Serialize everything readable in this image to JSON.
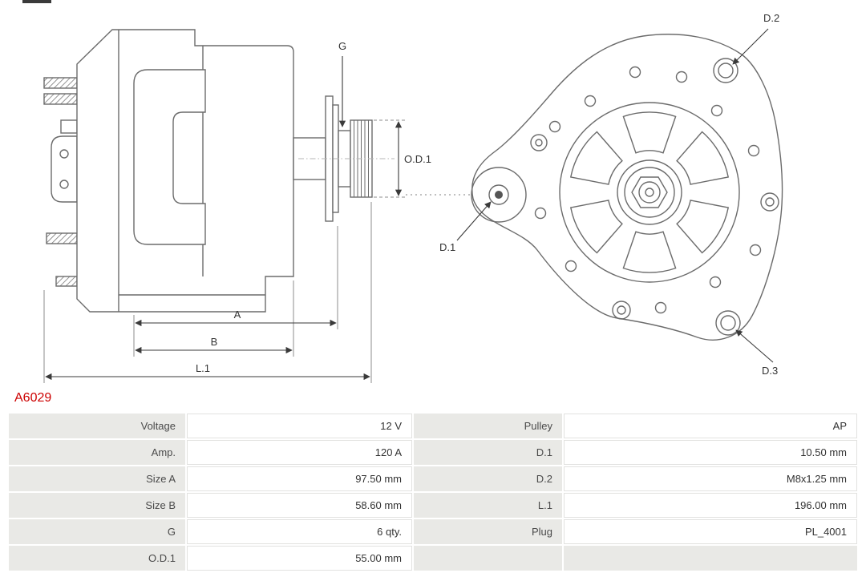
{
  "colors": {
    "accent": "#cc0000",
    "table_label_bg": "#e9e9e6",
    "drawing_line": "#6b6b6b"
  },
  "part": {
    "number": "A6029"
  },
  "diagram": {
    "side_view": {
      "dim_g": "G",
      "dim_od1": "O.D.1",
      "dim_a": "A",
      "dim_b": "B",
      "dim_l1": "L.1"
    },
    "rear_view": {
      "dim_d1": "D.1",
      "dim_d2": "D.2",
      "dim_d3": "D.3"
    }
  },
  "spec_table": {
    "rows": [
      {
        "c0": "Voltage",
        "c1": "12 V",
        "c2": "Pulley",
        "c3": "AP"
      },
      {
        "c0": "Amp.",
        "c1": "120 A",
        "c2": "D.1",
        "c3": "10.50 mm"
      },
      {
        "c0": "Size A",
        "c1": "97.50 mm",
        "c2": "D.2",
        "c3": "M8x1.25 mm"
      },
      {
        "c0": "Size B",
        "c1": "58.60 mm",
        "c2": "L.1",
        "c3": "196.00 mm"
      },
      {
        "c0": "G",
        "c1": "6 qty.",
        "c2": "Plug",
        "c3": "PL_4001"
      },
      {
        "c0": "O.D.1",
        "c1": "55.00 mm",
        "c2": "",
        "c3": ""
      }
    ]
  }
}
